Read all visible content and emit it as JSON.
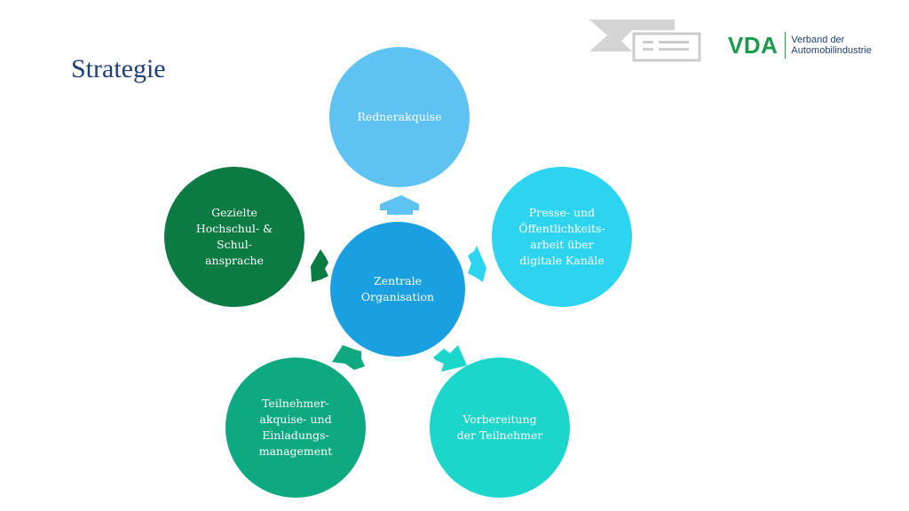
{
  "slide": {
    "title": "Strategie"
  },
  "brand": {
    "mark": "VDA",
    "text_line1": "Verband der",
    "text_line2": "Automobilindustrie"
  },
  "diagram": {
    "center": {
      "lines": [
        "Zentrale",
        "Organisation"
      ],
      "color": "#1aa0e0"
    },
    "nodes": [
      {
        "key": "top",
        "lines": [
          "Rednerakquise"
        ],
        "color": "#5ec3f0"
      },
      {
        "key": "right",
        "lines": [
          "Presse- und",
          "Öffentlichkeits-",
          "arbeit über",
          "digitale Kanäle"
        ],
        "color": "#2cd4ef"
      },
      {
        "key": "bottom-right",
        "lines": [
          "Vorbereitung",
          "der Teilnehmer"
        ],
        "color": "#1cd5cb"
      },
      {
        "key": "bottom-left",
        "lines": [
          "Teilnehmer-",
          "akquise- und",
          "Einladungs-",
          "management"
        ],
        "color": "#0ea980"
      },
      {
        "key": "left",
        "lines": [
          "Gezielte",
          "Hochschul- &",
          "Schul-",
          "ansprache"
        ],
        "color": "#0b7a43"
      }
    ]
  }
}
